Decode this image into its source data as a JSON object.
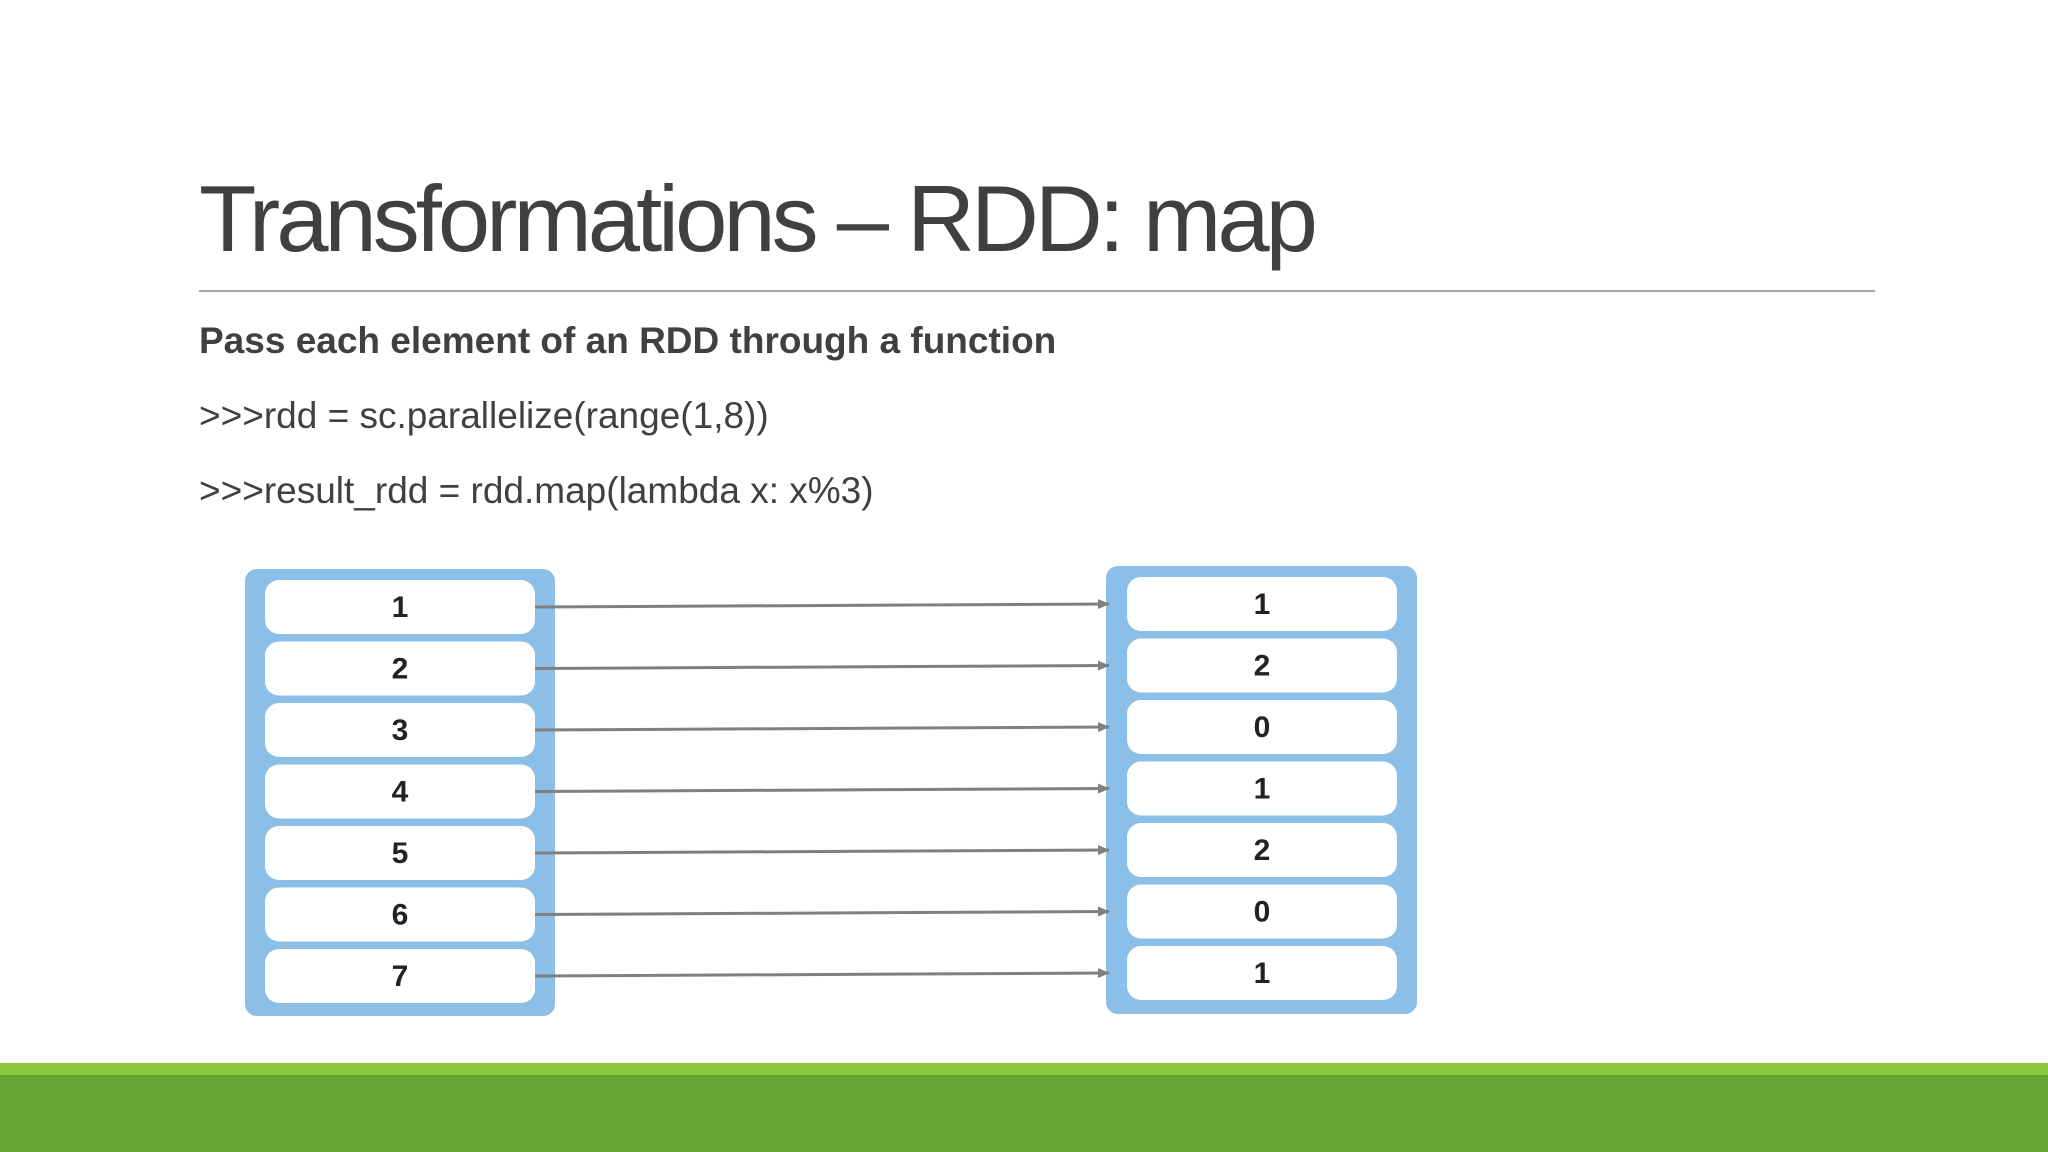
{
  "slide": {
    "title": "Transformations – RDD: map",
    "subtitle": "Pass each element of an RDD through a function",
    "code_lines": [
      ">>>rdd = sc.parallelize(range(1,8))",
      ">>>result_rdd = rdd.map(lambda x: x%3)"
    ]
  },
  "diagram": {
    "input_values": [
      "1",
      "2",
      "3",
      "4",
      "5",
      "6",
      "7"
    ],
    "output_values": [
      "1",
      "2",
      "0",
      "1",
      "2",
      "0",
      "1"
    ]
  },
  "colors": {
    "title_text": "#404040",
    "rule": "#a6a6a6",
    "container_fill": "#8bbfe8",
    "cell_fill": "#ffffff",
    "arrow": "#808080",
    "band_light": "#8dc63f",
    "band_dark": "#66a535"
  }
}
